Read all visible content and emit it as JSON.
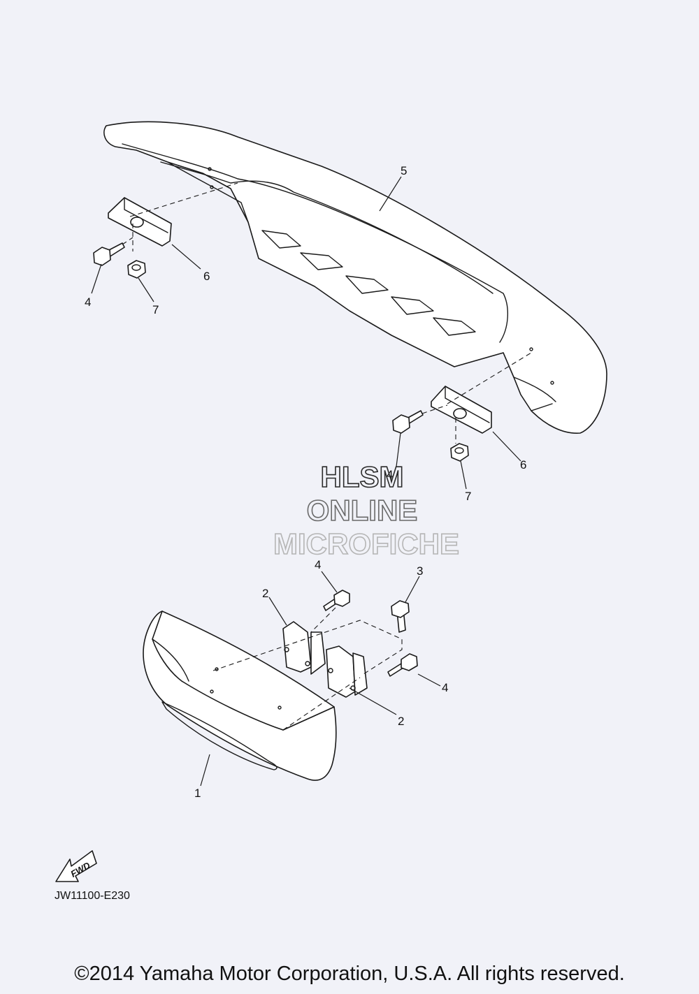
{
  "watermark": {
    "line1": "HLSM",
    "line2": "ONLINE",
    "line3": "MICROFICHE"
  },
  "callouts": [
    {
      "id": "c5",
      "label": "5"
    },
    {
      "id": "c6a",
      "label": "6"
    },
    {
      "id": "c4a",
      "label": "4"
    },
    {
      "id": "c7a",
      "label": "7"
    },
    {
      "id": "c4b",
      "label": "4"
    },
    {
      "id": "c6b",
      "label": "6"
    },
    {
      "id": "c7b",
      "label": "7"
    },
    {
      "id": "c4c",
      "label": "4"
    },
    {
      "id": "c3",
      "label": "3"
    },
    {
      "id": "c2a",
      "label": "2"
    },
    {
      "id": "c4d",
      "label": "4"
    },
    {
      "id": "c2b",
      "label": "2"
    },
    {
      "id": "c1",
      "label": "1"
    }
  ],
  "fwd_label": "FWD",
  "diagram_code": "JW11100-E230",
  "copyright": "©2014 Yamaha Motor Corporation, U.S.A. All rights reserved."
}
